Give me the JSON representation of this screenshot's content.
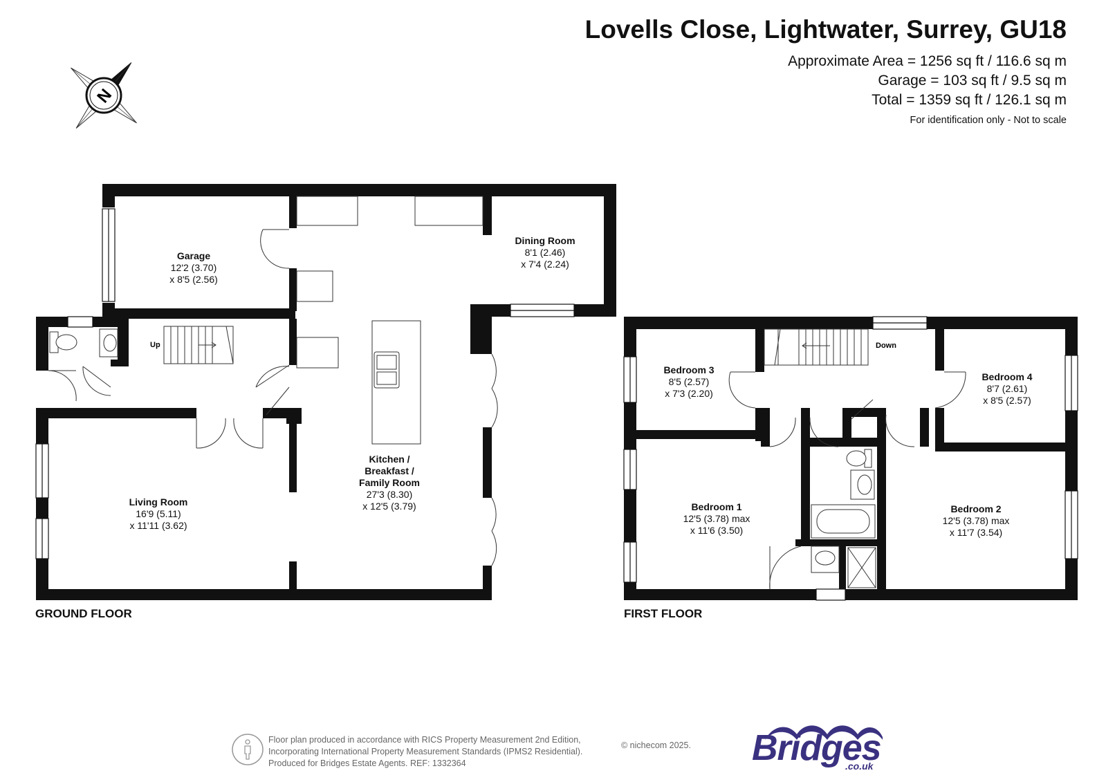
{
  "header": {
    "title": "Lovells Close, Lightwater, Surrey, GU18",
    "area_line": "Approximate Area = 1256 sq ft / 116.6 sq m",
    "garage_line": "Garage = 103 sq ft / 9.5 sq m",
    "total_line": "Total = 1359 sq ft / 126.1 sq m",
    "note": "For identification only - Not to scale"
  },
  "compass": {
    "letter": "N",
    "icon": "compass-icon"
  },
  "ground_floor": {
    "label": "GROUND FLOOR",
    "stairs_label": "Up",
    "rooms": [
      {
        "id": "garage",
        "name": "Garage",
        "dim1": "12'2 (3.70)",
        "dim2": "x 8'5 (2.56)"
      },
      {
        "id": "dining",
        "name": "Dining Room",
        "dim1": "8'1 (2.46)",
        "dim2": "x 7'4 (2.24)"
      },
      {
        "id": "living",
        "name": "Living Room",
        "dim1": "16'9 (5.11)",
        "dim2": "x 11'11 (3.62)"
      },
      {
        "id": "kitchen",
        "name": "Kitchen /",
        "name2": "Breakfast /",
        "name3": "Family Room",
        "dim1": "27'3 (8.30)",
        "dim2": "x 12'5 (3.79)"
      }
    ]
  },
  "first_floor": {
    "label": "FIRST FLOOR",
    "stairs_label": "Down",
    "rooms": [
      {
        "id": "bed3",
        "name": "Bedroom 3",
        "dim1": "8'5 (2.57)",
        "dim2": "x 7'3 (2.20)"
      },
      {
        "id": "bed4",
        "name": "Bedroom 4",
        "dim1": "8'7 (2.61)",
        "dim2": "x 8'5 (2.57)"
      },
      {
        "id": "bed1",
        "name": "Bedroom 1",
        "dim1": "12'5 (3.78) max",
        "dim2": "x 11'6 (3.50)"
      },
      {
        "id": "bed2",
        "name": "Bedroom 2",
        "dim1": "12'5 (3.78) max",
        "dim2": "x 11'7 (3.54)"
      }
    ]
  },
  "footer": {
    "line1": "Floor plan produced in accordance with RICS Property Measurement 2nd Edition,",
    "line2": "Incorporating International Property Measurement Standards (IPMS2 Residential).",
    "line3": "Produced for Bridges Estate Agents.   REF: 1332364",
    "copyright": "© nichecom 2025."
  },
  "brand": {
    "name": "Bridges",
    "domain": ".co.uk",
    "color": "#3a3180"
  },
  "colors": {
    "wall": "#111111",
    "window": "#ffffff",
    "fixture_stroke": "#333333"
  }
}
